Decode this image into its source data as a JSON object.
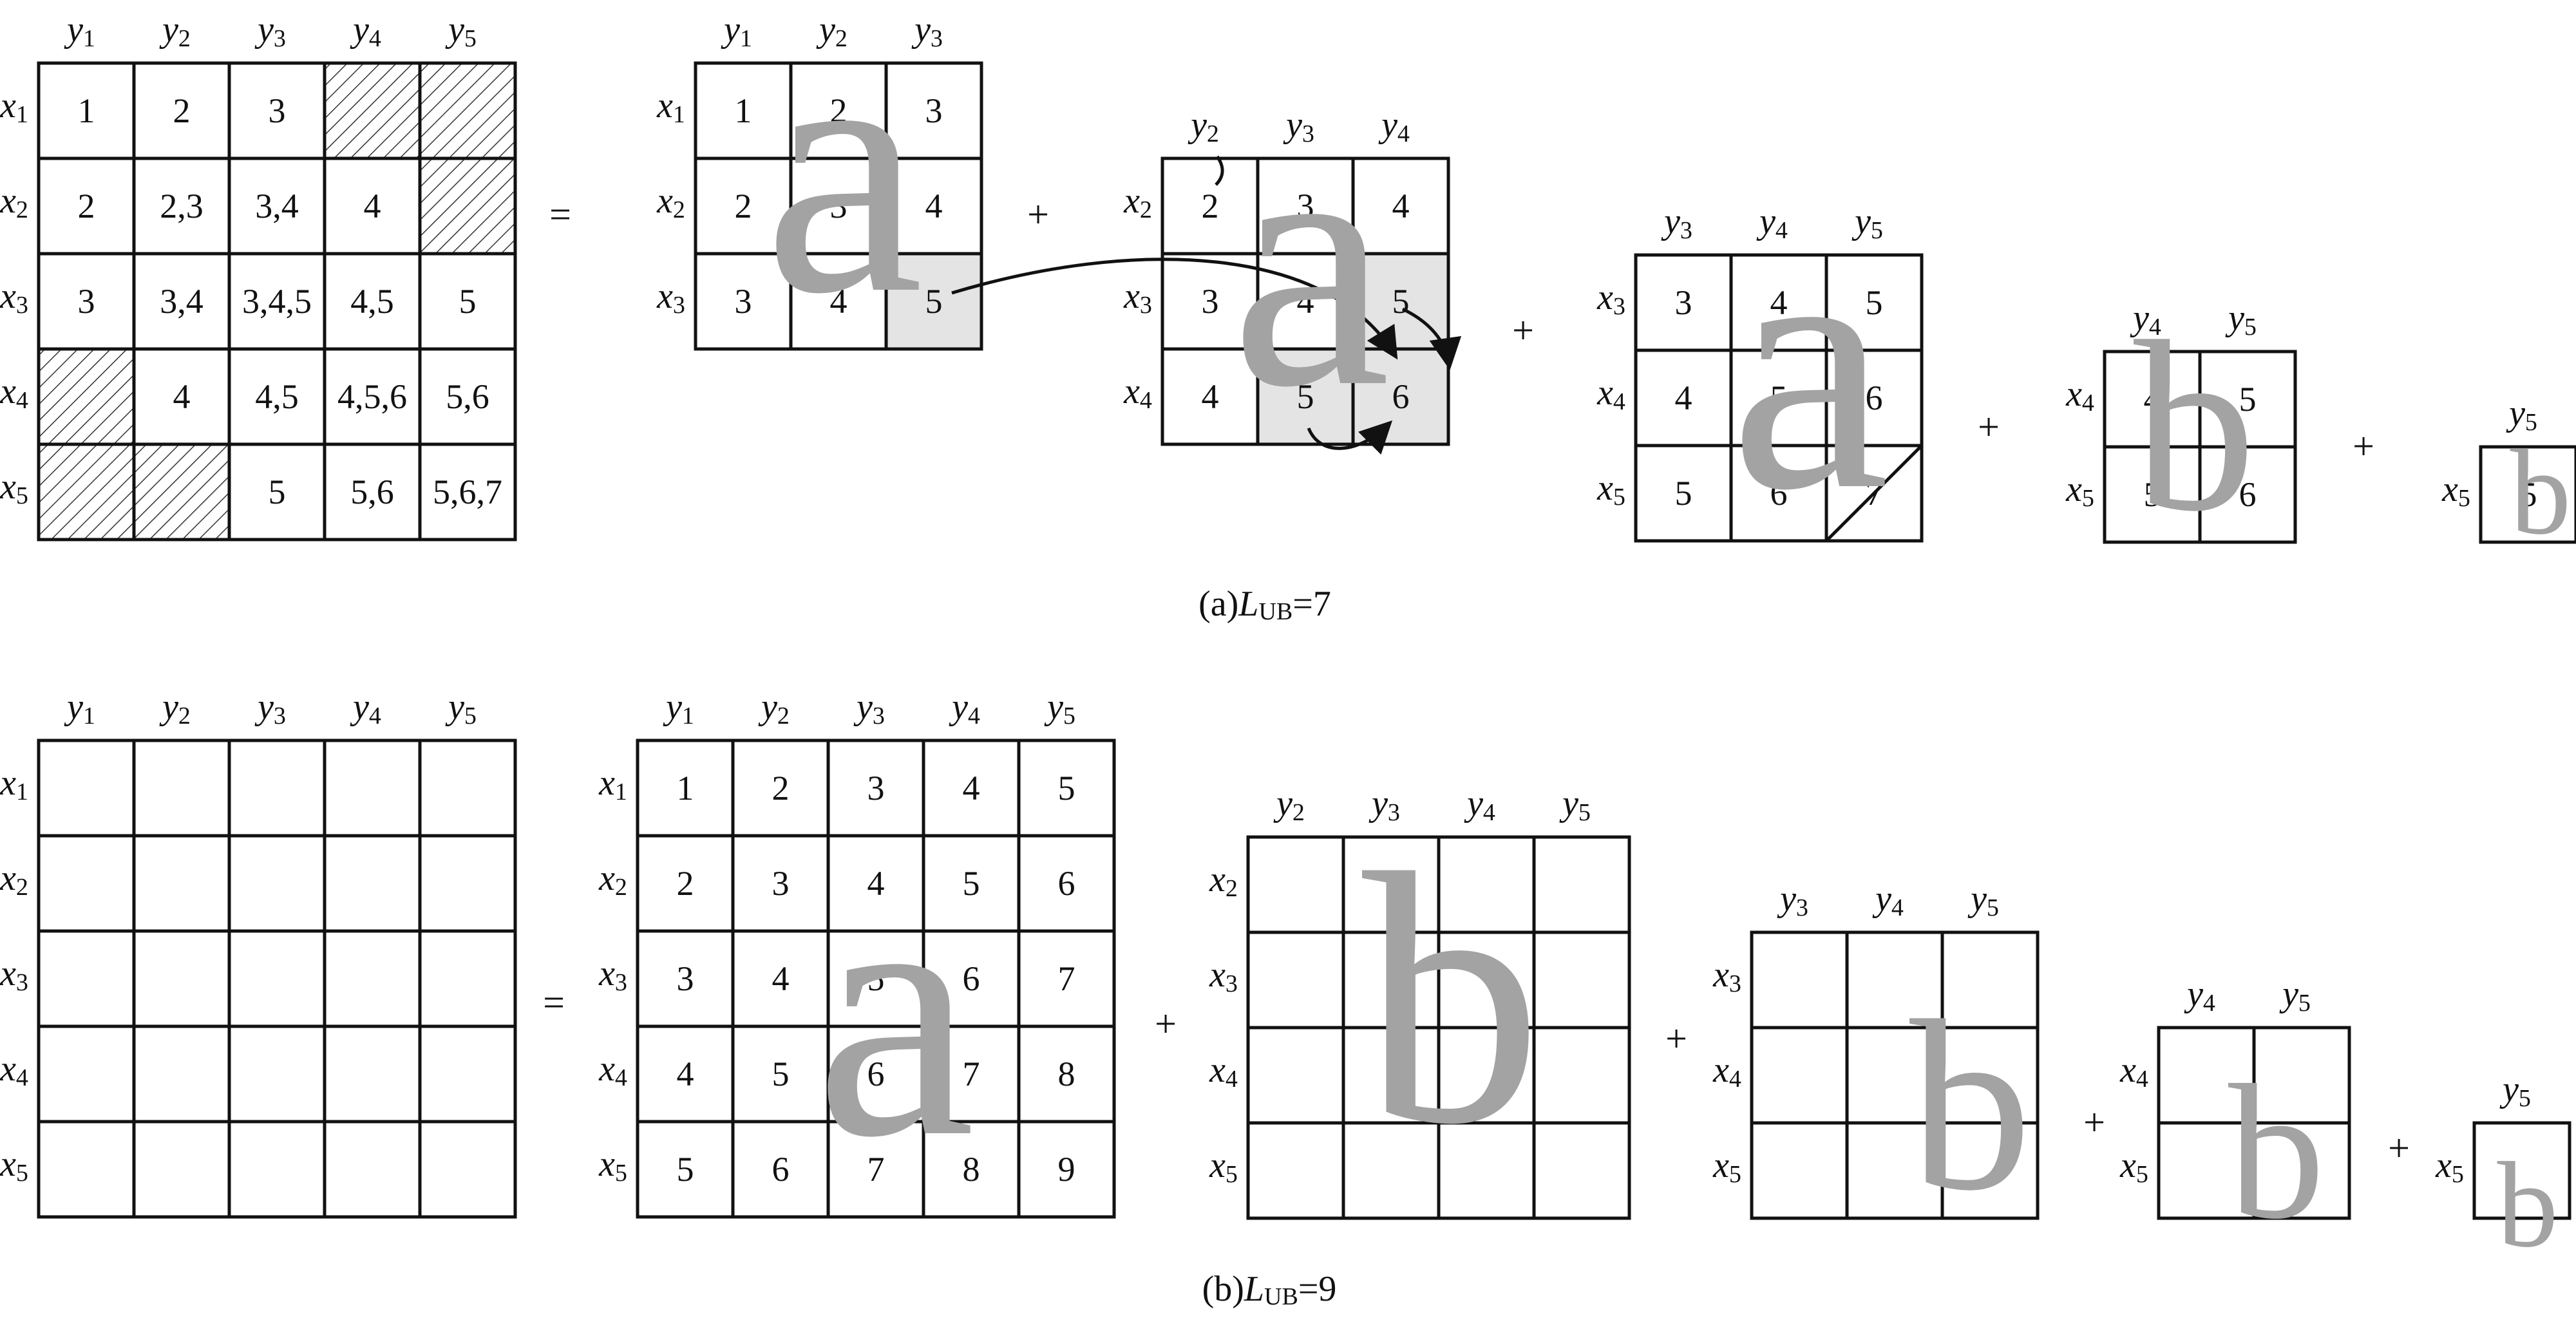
{
  "ops": {
    "eq": "=",
    "plus": "+"
  },
  "captions": {
    "a": {
      "prefix": "(a)",
      "var": "L",
      "sub": "UB",
      "suffix": "=7"
    },
    "b": {
      "prefix": "(b)",
      "var": "L",
      "sub": "UB",
      "suffix": "=9"
    }
  },
  "axis": {
    "x_base": "x",
    "y_base": "y"
  },
  "watermark_glyphs": [
    "a",
    "a",
    "a",
    "b",
    "b",
    "a",
    "b",
    "b",
    "b",
    "b"
  ],
  "palette": {
    "line": "#111111",
    "highlight": "#e4e4e4",
    "watermark": "#a3a3a3",
    "background": "#ffffff"
  },
  "grids": [
    {
      "id": "a0",
      "rows": [
        1,
        2,
        3,
        4,
        5
      ],
      "cols": [
        1,
        2,
        3,
        4,
        5
      ],
      "cells": [
        [
          "1",
          "2",
          "3",
          "#",
          "#"
        ],
        [
          "2",
          "2,3",
          "3,4",
          "4",
          "#"
        ],
        [
          "3",
          "3,4",
          "3,4,5",
          "4,5",
          "5"
        ],
        [
          "#",
          "4",
          "4,5",
          "4,5,6",
          "5,6"
        ],
        [
          "#",
          "#",
          "5",
          "5,6",
          "5,6,7"
        ]
      ]
    },
    {
      "id": "a1",
      "rows": [
        1,
        2,
        3
      ],
      "cols": [
        1,
        2,
        3
      ],
      "cells": [
        [
          "1",
          "2",
          "3"
        ],
        [
          "2",
          "3",
          "4"
        ],
        [
          "3",
          "4",
          "5"
        ]
      ]
    },
    {
      "id": "a2",
      "rows": [
        2,
        3,
        4
      ],
      "cols": [
        2,
        3,
        4
      ],
      "cells": [
        [
          "2",
          "3",
          "4"
        ],
        [
          "3",
          "4",
          "5"
        ],
        [
          "4",
          "5",
          "6"
        ]
      ]
    },
    {
      "id": "a3",
      "rows": [
        3,
        4,
        5
      ],
      "cols": [
        3,
        4,
        5
      ],
      "cells": [
        [
          "3",
          "4",
          "5"
        ],
        [
          "4",
          "5",
          "6"
        ],
        [
          "5",
          "6",
          "7"
        ]
      ]
    },
    {
      "id": "a4",
      "rows": [
        4,
        5
      ],
      "cols": [
        4,
        5
      ],
      "cells": [
        [
          "4",
          "5"
        ],
        [
          "5",
          "6"
        ]
      ]
    },
    {
      "id": "a5",
      "rows": [
        5
      ],
      "cols": [
        5
      ],
      "cells": [
        [
          "5"
        ]
      ]
    },
    {
      "id": "b0",
      "rows": [
        1,
        2,
        3,
        4,
        5
      ],
      "cols": [
        1,
        2,
        3,
        4,
        5
      ],
      "cells": [
        [
          "",
          "",
          "",
          "",
          ""
        ],
        [
          "",
          "",
          "",
          "",
          ""
        ],
        [
          "",
          "",
          "",
          "",
          ""
        ],
        [
          "",
          "",
          "",
          "",
          ""
        ],
        [
          "",
          "",
          "",
          "",
          ""
        ]
      ]
    },
    {
      "id": "b1",
      "rows": [
        1,
        2,
        3,
        4,
        5
      ],
      "cols": [
        1,
        2,
        3,
        4,
        5
      ],
      "cells": [
        [
          "1",
          "2",
          "3",
          "4",
          "5"
        ],
        [
          "2",
          "3",
          "4",
          "5",
          "6"
        ],
        [
          "3",
          "4",
          "5",
          "6",
          "7"
        ],
        [
          "4",
          "5",
          "6",
          "7",
          "8"
        ],
        [
          "5",
          "6",
          "7",
          "8",
          "9"
        ]
      ]
    },
    {
      "id": "b2",
      "rows": [
        2,
        3,
        4,
        5
      ],
      "cols": [
        2,
        3,
        4,
        5
      ],
      "cells": [
        [
          "",
          "",
          "",
          ""
        ],
        [
          "",
          "",
          "",
          ""
        ],
        [
          "",
          "",
          "",
          ""
        ],
        [
          "",
          "",
          "",
          ""
        ]
      ]
    },
    {
      "id": "b3",
      "rows": [
        3,
        4,
        5
      ],
      "cols": [
        3,
        4,
        5
      ],
      "cells": [
        [
          "",
          "",
          ""
        ],
        [
          "",
          "",
          ""
        ],
        [
          "",
          "",
          ""
        ]
      ]
    },
    {
      "id": "b4",
      "rows": [
        4,
        5
      ],
      "cols": [
        4,
        5
      ],
      "cells": [
        [
          "",
          ""
        ],
        [
          "",
          ""
        ]
      ]
    },
    {
      "id": "b5",
      "rows": [
        5
      ],
      "cols": [
        5
      ],
      "cells": [
        [
          ""
        ]
      ]
    }
  ]
}
